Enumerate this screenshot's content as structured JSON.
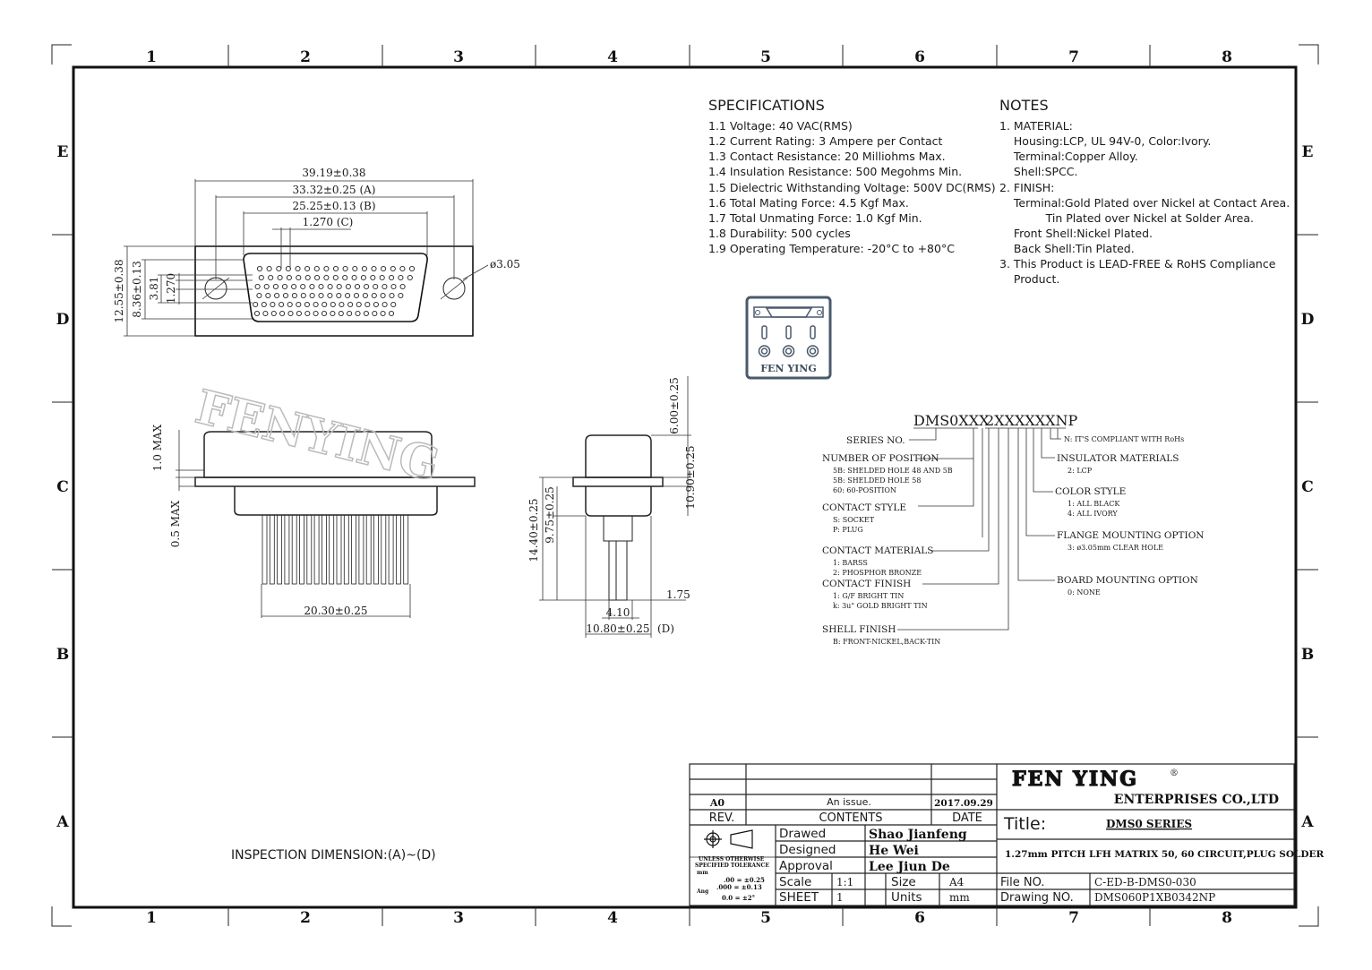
{
  "grid": {
    "cols": [
      "1",
      "2",
      "3",
      "4",
      "5",
      "6",
      "7",
      "8"
    ],
    "rows": [
      "E",
      "D",
      "C",
      "B",
      "A"
    ]
  },
  "specifications": {
    "title": "SPECIFICATIONS",
    "items": [
      "1.1 Voltage: 40 VAC(RMS)",
      "1.2 Current Rating: 3 Ampere per Contact",
      "1.3 Contact Resistance: 20 Milliohms Max.",
      "1.4 Insulation Resistance: 500 Megohms Min.",
      "1.5 Dielectric Withstanding Voltage: 500V DC(RMS)",
      "1.6 Total Mating Force: 4.5 Kgf Max.",
      "1.7 Total Unmating Force: 1.0 Kgf Min.",
      "1.8 Durability: 500 cycles",
      "1.9 Operating Temperature: -20°C to +80°C"
    ]
  },
  "notes": {
    "title": "NOTES",
    "items": [
      "1. MATERIAL:",
      "    Housing:LCP, UL 94V-0, Color:Ivory.",
      "    Terminal:Copper Alloy.",
      "    Shell:SPCC.",
      "2. FINISH:",
      "    Terminal:Gold Plated over Nickel at Contact Area.",
      "             Tin Plated over Nickel at Solder Area.",
      "    Front Shell:Nickel Plated.",
      "    Back Shell:Tin Plated.",
      "3. This Product is LEAD-FREE & RoHS Compliance",
      "    Product."
    ]
  },
  "logo": {
    "text": "FEN YING"
  },
  "watermark": "FENYING",
  "front_view": {
    "dims": {
      "overall": "39.19±0.38",
      "a": "33.32±0.25 (A)",
      "b": "25.25±0.13 (B)",
      "c": "1.270 (C)",
      "hole": "ø3.05",
      "height": "12.55±0.38",
      "inner": "8.36±0.13",
      "row": "3.81",
      "pitch": "1.270"
    }
  },
  "side_view": {
    "dims": {
      "flange_max": "1.0 MAX",
      "bottom_max": "0.5 MAX",
      "pins": "20.30±0.25"
    }
  },
  "end_view": {
    "dims": {
      "top": "6.00±0.25",
      "body": "10.90±0.25",
      "total": "14.40±0.25",
      "tail": "9.75±0.25",
      "pin": "1.75",
      "pin_span": "4.10",
      "width": "10.80±0.25",
      "d": "(D)"
    }
  },
  "part_number": {
    "code1": "DMS0XXX",
    "code2": "2XXXXXXNP",
    "left": [
      {
        "title": "SERIES NO.",
        "opts": []
      },
      {
        "title": "NUMBER OF POSITION",
        "opts": [
          "5B: SHELDED HOLE 48 AND 5B",
          "5B: SHELDED HOLE 58",
          "60: 60-POSITION"
        ]
      },
      {
        "title": "CONTACT STYLE",
        "opts": [
          "S: SOCKET",
          "P: PLUG"
        ]
      },
      {
        "title": "CONTACT MATERIALS",
        "opts": [
          "1: BARSS",
          "2: PHOSPHOR BRONZE"
        ]
      },
      {
        "title": "CONTACT FINISH",
        "opts": [
          "1: G/F BRIGHT TIN",
          "k: 3u\" GOLD BRIGHT TIN"
        ]
      },
      {
        "title": "SHELL FINISH",
        "opts": [
          "B: FRONT-NICKEL,BACK-TIN"
        ]
      }
    ],
    "right": [
      {
        "title": "N: IT'S COMPLIANT WITH RoHs",
        "opts": []
      },
      {
        "title": "INSULATOR MATERIALS",
        "opts": [
          "2: LCP"
        ]
      },
      {
        "title": "COLOR STYLE",
        "opts": [
          "1: ALL BLACK",
          "4: ALL IVORY"
        ]
      },
      {
        "title": "FLANGE MOUNTING OPTION",
        "opts": [
          "3: ø3.05mm CLEAR HOLE"
        ]
      },
      {
        "title": "BOARD MOUNTING OPTION",
        "opts": [
          "0: NONE"
        ]
      }
    ]
  },
  "inspection": "INSPECTION DIMENSION:(A)~(D)",
  "title_block": {
    "company": "FEN YING",
    "registered": "®",
    "enterprises": "ENTERPRISES CO.,LTD",
    "rev_row": {
      "rev": "A0",
      "contents": "An issue.",
      "date": "2017.09.29"
    },
    "headers": {
      "rev": "REV.",
      "contents": "CONTENTS",
      "date": "DATE"
    },
    "drawed_label": "Drawed",
    "drawed": "Shao Jianfeng",
    "designed_label": "Designed",
    "designed": "He Wei",
    "approval_label": "Approval",
    "approval": "Lee Jiun De",
    "scale_label": "Scale",
    "scale": "1:1",
    "size_label": "Size",
    "size": "A4",
    "sheet_label": "SHEET",
    "sheet": "1",
    "units_label": "Units",
    "units": "mm",
    "title_label": "Title:",
    "title": "DMS0 SERIES",
    "subtitle": "1.27mm PITCH LFH  MATRIX 50, 60 CIRCUIT,PLUG SOLDER",
    "file_label": "File NO.",
    "file": "C-ED-B-DMS0-030",
    "drawing_label": "Drawing NO.",
    "drawing": "DMS060P1XB0342NP",
    "tolerance": {
      "line1": "UNLESS OTHERWISE",
      "line2": "SPECIFIED TOLERANCE",
      "mm": "mm",
      "r1": ".00 = ±0.25",
      "r2": ".000 = ±0.13",
      "ang": "Ang",
      "r3": "0.0 = ±2°"
    }
  }
}
